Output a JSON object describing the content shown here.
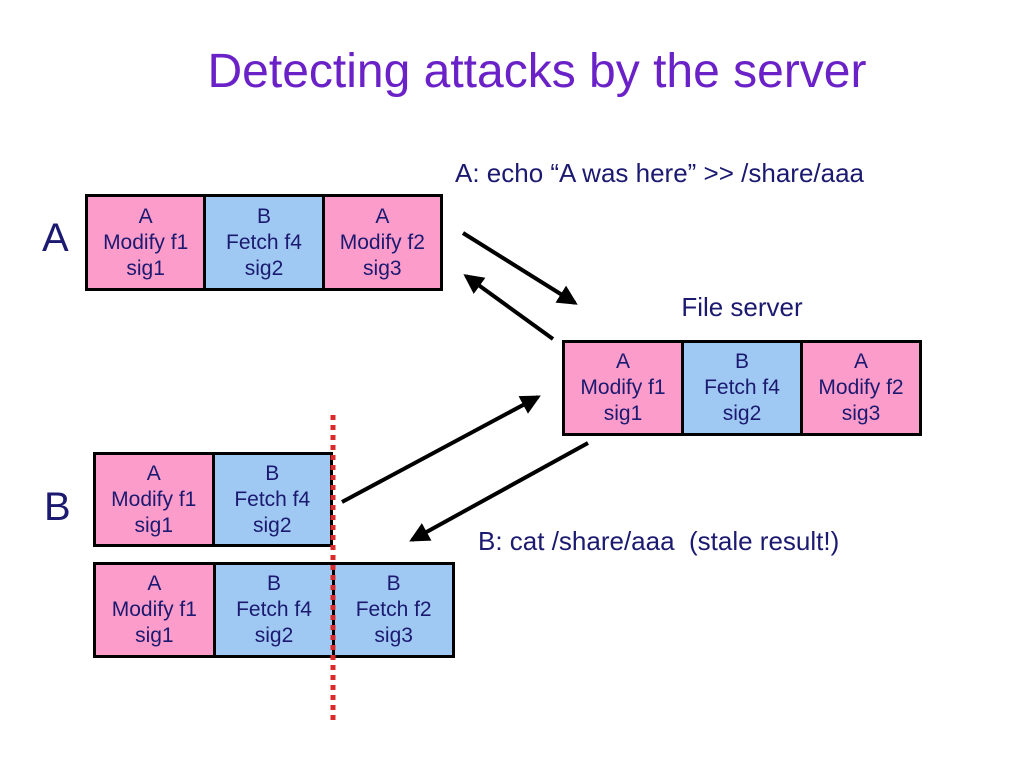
{
  "title": "Detecting attacks by the server",
  "colors": {
    "title_purple": "#6B21C8",
    "text_navy": "#1B1A70",
    "cell_pink": "#FC9CCB",
    "cell_blue": "#9FC8F2",
    "cut_line_red": "#D92B2B",
    "arrow_black": "#000000"
  },
  "annotations": {
    "a_command": "A: echo “A was here” >> /share/aaa",
    "b_command": "B: cat /share/aaa  (stale result!)",
    "file_server_label": "File server"
  },
  "rows": {
    "a": {
      "label": "A",
      "cells": [
        {
          "actor": "A",
          "action": "Modify f1",
          "sig": "sig1",
          "color": "pink"
        },
        {
          "actor": "B",
          "action": "Fetch f4",
          "sig": "sig2",
          "color": "blue"
        },
        {
          "actor": "A",
          "action": "Modify f2",
          "sig": "sig3",
          "color": "pink"
        }
      ]
    },
    "server": {
      "cells": [
        {
          "actor": "A",
          "action": "Modify f1",
          "sig": "sig1",
          "color": "pink"
        },
        {
          "actor": "B",
          "action": "Fetch f4",
          "sig": "sig2",
          "color": "blue"
        },
        {
          "actor": "A",
          "action": "Modify f2",
          "sig": "sig3",
          "color": "pink"
        }
      ]
    },
    "b": {
      "label": "B",
      "top_cells": [
        {
          "actor": "A",
          "action": "Modify f1",
          "sig": "sig1",
          "color": "pink"
        },
        {
          "actor": "B",
          "action": "Fetch f4",
          "sig": "sig2",
          "color": "blue"
        }
      ],
      "bottom_cells": [
        {
          "actor": "A",
          "action": "Modify f1",
          "sig": "sig1",
          "color": "pink"
        },
        {
          "actor": "B",
          "action": "Fetch f4",
          "sig": "sig2",
          "color": "blue"
        },
        {
          "actor": "B",
          "action": "Fetch f2",
          "sig": "sig3",
          "color": "blue"
        }
      ]
    }
  }
}
